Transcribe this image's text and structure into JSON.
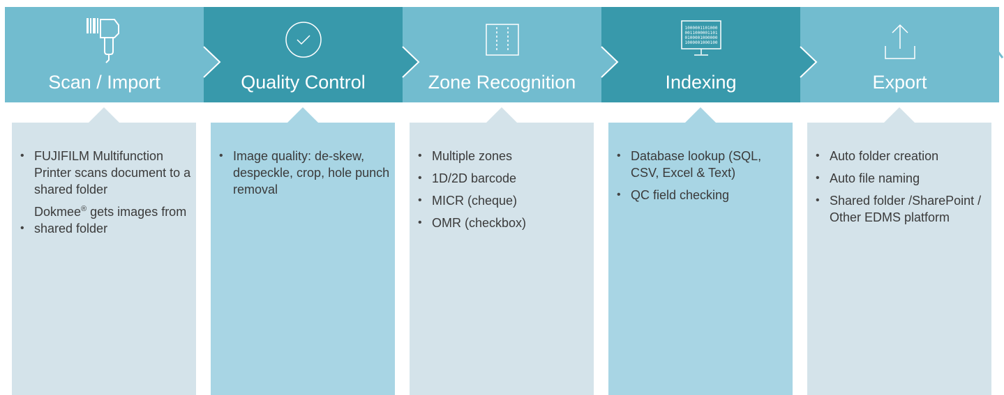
{
  "steps": [
    {
      "title": "Scan / Import",
      "icon": "barcode-scanner-icon"
    },
    {
      "title": "Quality Control",
      "icon": "check-circle-icon"
    },
    {
      "title": "Zone Recognition",
      "icon": "document-zones-icon"
    },
    {
      "title": "Indexing",
      "icon": "binary-monitor-icon"
    },
    {
      "title": "Export",
      "icon": "upload-icon"
    }
  ],
  "monitor_binary": [
    "1000001101000",
    "0011000001101",
    "0100001000000",
    "1000001000100"
  ],
  "panels": [
    {
      "items": [
        {
          "text": "FUJIFILM Multifunction Printer scans document to a shared folder"
        },
        {
          "text_before": "Dokmee",
          "sup": "®",
          "text_after": " gets images from shared folder"
        }
      ]
    },
    {
      "items": [
        {
          "text": "Image quality: de-skew, despeckle, crop, hole punch removal"
        }
      ]
    },
    {
      "items": [
        {
          "text": "Multiple zones"
        },
        {
          "text": "1D/2D barcode"
        },
        {
          "text": "MICR (cheque)"
        },
        {
          "text": "OMR (checkbox)"
        }
      ]
    },
    {
      "items": [
        {
          "text": "Database lookup (SQL, CSV, Excel & Text)"
        },
        {
          "text": "QC field checking"
        }
      ]
    },
    {
      "items": [
        {
          "text": "Auto folder creation"
        },
        {
          "text": "Auto file naming"
        },
        {
          "text": "Shared folder /SharePoint / Other EDMS platform"
        }
      ]
    }
  ],
  "colors": {
    "step_light": "#72bccf",
    "step_dark": "#3899ab",
    "panel_light": "#d4e3ea",
    "panel_blue": "#a8d5e4",
    "text": "#3a3a3a"
  }
}
